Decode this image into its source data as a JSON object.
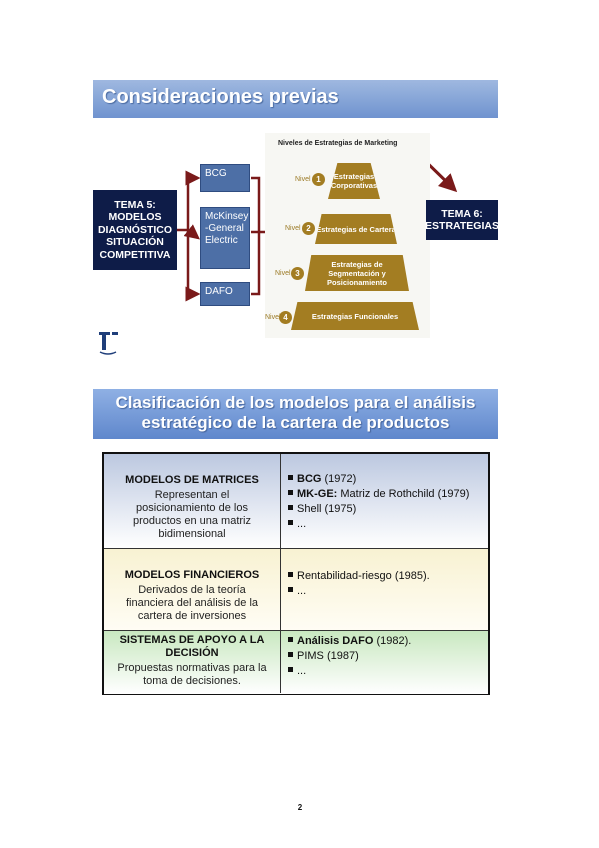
{
  "slide1": {
    "title": "Consideraciones previas",
    "tema5": "TEMA 5: MODELOS DIAGNÓSTICO SITUACIÓN COMPETITIVA",
    "models": [
      "BCG",
      "McKinsey -General Electric",
      "DAFO"
    ],
    "pyramid_title": "Niveles de Estrategias de Marketing",
    "nivel_label": "Nivel",
    "levels": [
      {
        "num": "1",
        "label": "Estrategias Corporativas"
      },
      {
        "num": "2",
        "label": "Estrategias de Cartera"
      },
      {
        "num": "3",
        "label": "Estrategias de Segmentación y Posicionamiento"
      },
      {
        "num": "4",
        "label": "Estrategias Funcionales"
      }
    ],
    "tema6": "TEMA 6: ESTRATEGIAS",
    "colors": {
      "title_bar": "#7a9bd3",
      "dark_box": "#0e1c48",
      "model_box": "#4d6fa6",
      "pyramid": "#a37d22",
      "arrow": "#7a1a1a"
    }
  },
  "slide2": {
    "title_line1": "Clasificación de los modelos para el análisis",
    "title_line2": "estratégico de la cartera de productos",
    "rows": [
      {
        "heading": "MODELOS DE MATRICES",
        "description": "Representan el posicionamiento de los productos en una matriz bidimensional",
        "items": [
          {
            "bold": "BCG",
            "rest": " (1972)"
          },
          {
            "bold": "MK-GE:",
            "rest": " Matriz de Rothchild (1979)"
          },
          {
            "bold": "",
            "rest": "Shell (1975)"
          },
          {
            "bold": "",
            "rest": "..."
          }
        ]
      },
      {
        "heading": "MODELOS FINANCIEROS",
        "description": "Derivados de la teoría financiera del análisis de la cartera de inversiones",
        "items": [
          {
            "bold": "",
            "rest": "Rentabilidad-riesgo (1985)."
          },
          {
            "bold": "",
            "rest": "..."
          }
        ]
      },
      {
        "heading": "SISTEMAS DE APOYO A LA DECISIÓN",
        "description": "Propuestas normativas para la toma de decisiones.",
        "items": [
          {
            "bold": "Análisis DAFO",
            "rest": " (1982)."
          },
          {
            "bold": "",
            "rest": "PIMS (1987)"
          },
          {
            "bold": "",
            "rest": "..."
          }
        ]
      }
    ]
  },
  "page_number": "2"
}
